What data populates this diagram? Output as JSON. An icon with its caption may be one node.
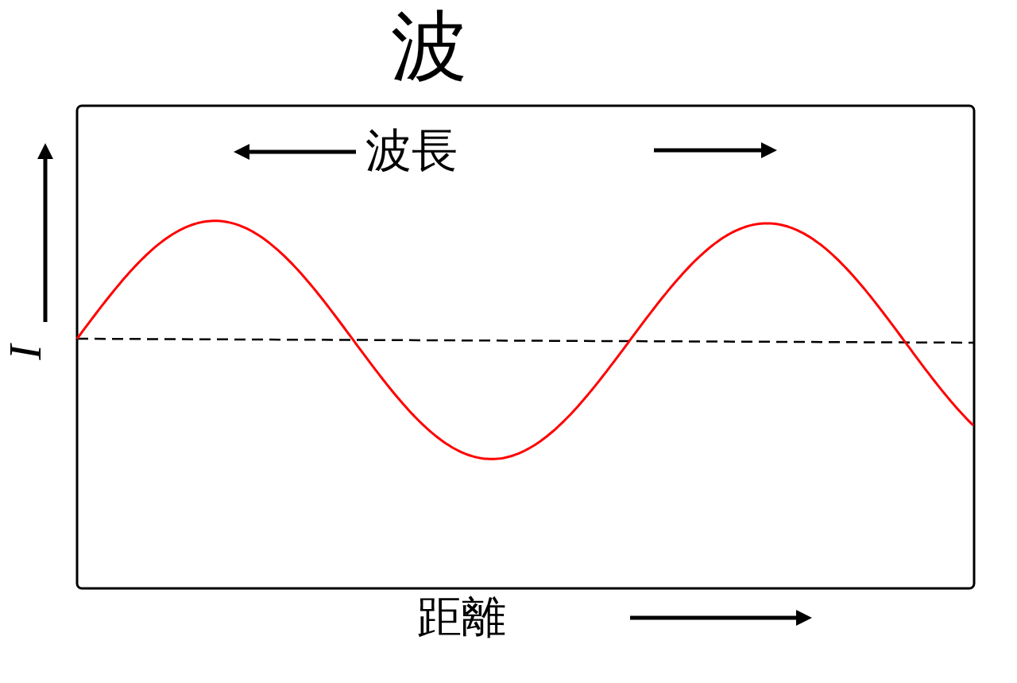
{
  "diagram": {
    "title": "波",
    "labels": [
      "波長",
      "I",
      "距離"
    ]
  }
}
